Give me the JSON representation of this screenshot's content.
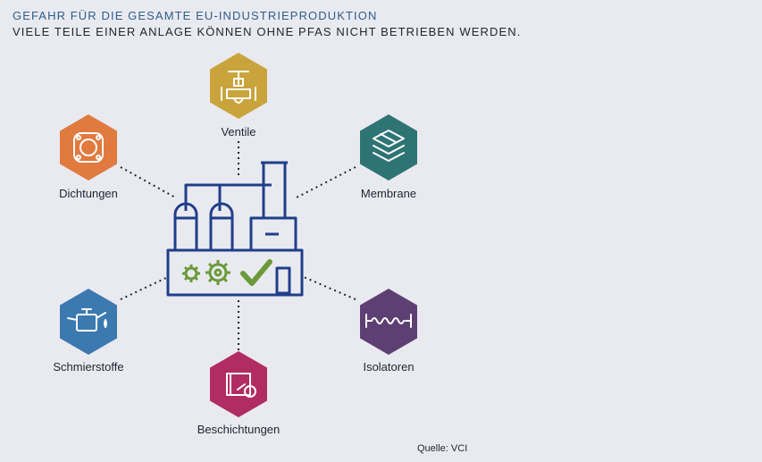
{
  "header": {
    "title": "GEFAHR FÜR DIE GESAMTE EU-INDUSTRIEPRODUKTION",
    "subtitle": "VIELE TEILE EINER ANLAGE KÖNNEN OHNE PFAS NICHT BETRIEBEN WERDEN."
  },
  "center": {
    "icon": "factory-icon"
  },
  "nodes": [
    {
      "label": "Ventile",
      "icon": "valve-icon",
      "color": "#c9a43c"
    },
    {
      "label": "Dichtungen",
      "icon": "gasket-icon",
      "color": "#e07a3f"
    },
    {
      "label": "Membrane",
      "icon": "membrane-layers-icon",
      "color": "#2e7475"
    },
    {
      "label": "Schmierstoffe",
      "icon": "oil-can-icon",
      "color": "#3c79b0"
    },
    {
      "label": "Isolatoren",
      "icon": "insulator-icon",
      "color": "#5e3f73"
    },
    {
      "label": "Beschichtungen",
      "icon": "coating-roll-icon",
      "color": "#b12c62"
    }
  ],
  "source": "Quelle: VCI",
  "colors": {
    "factory_stroke": "#1f3f8a",
    "gear_green": "#6b9a3a",
    "connector": "#1f2430"
  }
}
